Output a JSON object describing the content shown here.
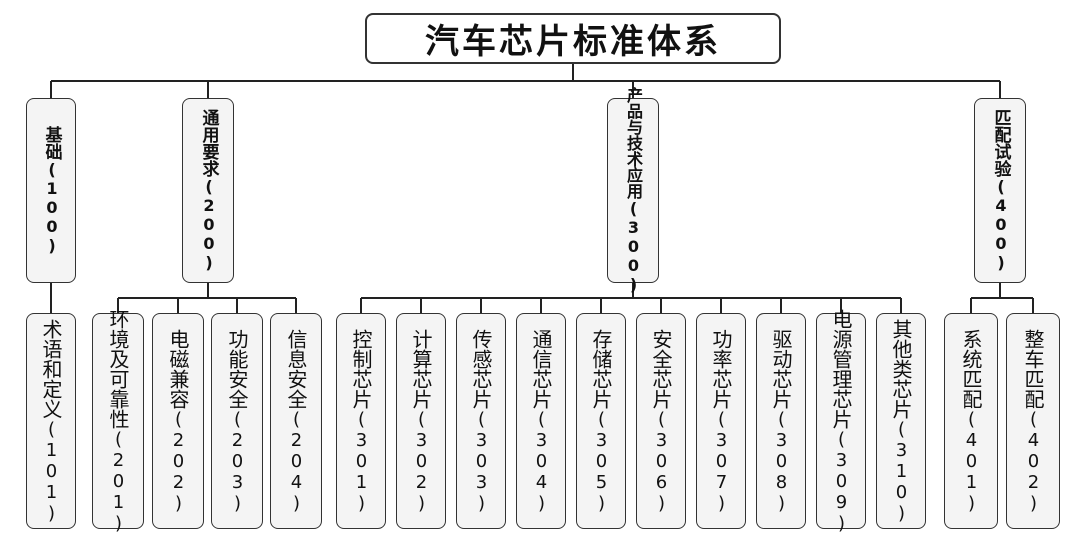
{
  "title": "汽车芯片标准体系",
  "categories": [
    {
      "label": "基础(100)",
      "children": [
        "术语和定义(101)"
      ]
    },
    {
      "label": "通用要求(200)",
      "children": [
        "环境及可靠性(201)",
        "电磁兼容(202)",
        "功能安全(203)",
        "信息安全(204)"
      ]
    },
    {
      "label": "产品与技术应用(300)",
      "children": [
        "控制芯片(301)",
        "计算芯片(302)",
        "传感芯片(303)",
        "通信芯片(304)",
        "存储芯片(305)",
        "安全芯片(306)",
        "功率芯片(307)",
        "驱动芯片(308)",
        "电源管理芯片(309)",
        "其他类芯片(310)"
      ]
    },
    {
      "label": "匹配试验(400)",
      "children": [
        "系统匹配(401)",
        "整车匹配(402)"
      ]
    }
  ]
}
